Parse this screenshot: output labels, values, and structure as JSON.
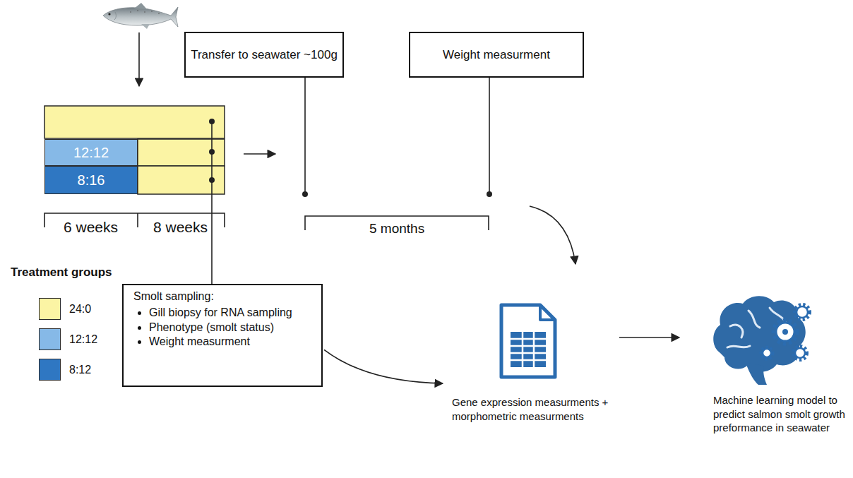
{
  "diagram": {
    "nodes": [
      {
        "text": [
          "12:12"
        ]
      },
      {
        "text": [
          "8:16"
        ]
      },
      {
        "text": [
          "Transfer to seawater ~100g"
        ]
      },
      {
        "text": [
          "Weight measurment"
        ]
      },
      {
        "text": [
          "Smolt sampling:",
          "Gill biopsy for RNA sampling",
          "Phenotype (smolt status)",
          "Weight measurment"
        ]
      },
      {
        "text": [
          "Gene expression measurments + morphometric measurments"
        ]
      },
      {
        "text": [
          "Machine learning model to predict salmon smolt growth preformance in seawater"
        ]
      }
    ],
    "edges": [
      {
        "from": 4,
        "to": 5,
        "arrow": "to"
      },
      {
        "from": 5,
        "to": 6,
        "arrow": "to"
      }
    ],
    "labels": [
      "6 weeks",
      "8 weeks",
      "5 months",
      "Treatment groups"
    ],
    "legend": [
      {
        "text": "24:0",
        "color": "#fbf4a4"
      },
      {
        "text": "12:12",
        "color": "#86b9e7"
      },
      {
        "text": "8:12",
        "color": "#2f77c2"
      }
    ]
  }
}
